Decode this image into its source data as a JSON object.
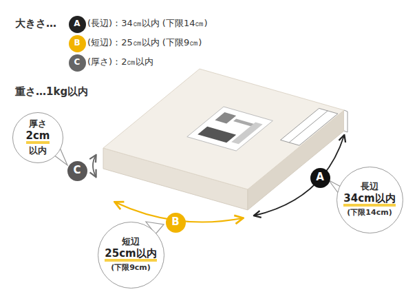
{
  "diagram": {
    "nodes": [
      {
        "text": [
          "A"
        ]
      },
      {
        "text": [
          "B"
        ]
      },
      {
        "text": [
          "C"
        ]
      },
      {
        "text": [
          "C"
        ]
      },
      {
        "text": [
          "厚さ",
          "2cm",
          "以内"
        ]
      },
      {
        "text": [
          "A"
        ]
      },
      {
        "text": [
          "長辺",
          "34cm以内",
          "(下限14cm)"
        ]
      },
      {
        "text": [
          "B"
        ]
      },
      {
        "text": [
          "短辺",
          "25cm以内",
          "(下限9cm)"
        ]
      }
    ],
    "labels": [
      "大きさ…",
      "(長辺)：34㎝以内 (下限14㎝)",
      "(短辺)：25㎝以内 (下限9㎝)",
      "(厚さ)：2㎝以内",
      "重さ…1kg以内"
    ]
  }
}
